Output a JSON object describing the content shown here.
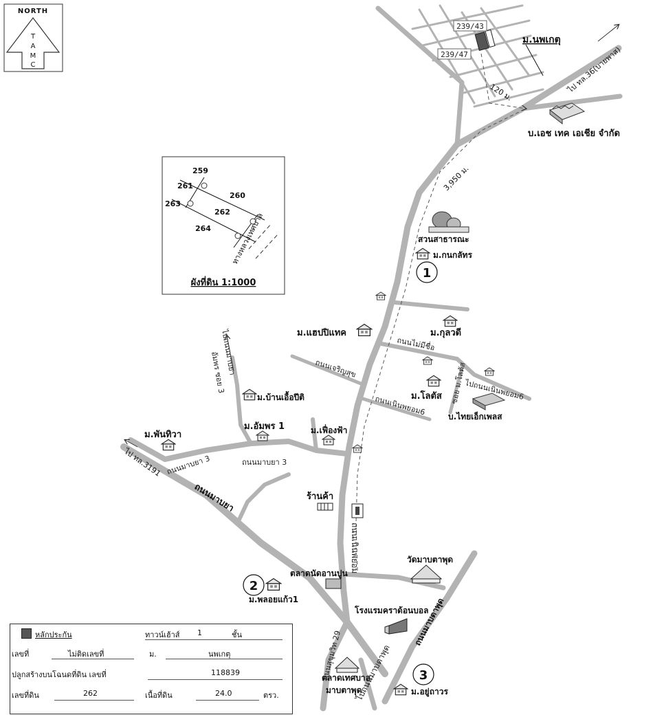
{
  "north": {
    "title": "NORTH",
    "letters": [
      "T",
      "A",
      "M",
      "C"
    ]
  },
  "land_plan": {
    "title": "ผังที่ดิน 1:1000",
    "plots": [
      "259",
      "261",
      "260",
      "263",
      "262",
      "264"
    ],
    "road": "ทางหลวงเทศบาล"
  },
  "labels": {
    "village_nopphakhet": "ม.นพเกตุ",
    "plot_a": "239/43",
    "plot_b": "239/47",
    "dist_120": "120 ม.",
    "dist_3950": "3,950 ม.",
    "to_36": "ไป ทล.36(บายพาส)",
    "company_htech": "บ.เอช เทค เอเชีย จำกัด",
    "public_park": "สวนสาธารณะ",
    "village_kanok": "ม.กนกลัทร",
    "village_happy": "ม.แฮปปิแทค",
    "village_kulawadee": "ม.กุลวดี",
    "road_noname": "ถนนไม่มีชื่อ",
    "road_charoensuk": "ถนนเจริญสุข",
    "village_lotus": "ม.โลตัส",
    "soi_lotus": "ซอย ม.โลตัส",
    "to_noenphayom": "ไปถนนเนินพยอม6",
    "company_thai": "บ.ไทยเอ็กเพลส",
    "road_noenphayom6": "ถนนเนินพยอม6",
    "to_mabya": "ไปถนนมาบยา",
    "soi_amphon": "อัมพร ซอย 3",
    "village_ban_eua": "ม.บ้านเอื้อปีติ",
    "village_phanthiwa": "ม.พันทิวา",
    "village_amphon": "ม.อัมพร 1",
    "village_fuengfa": "ม.เฟื่องฟ้า",
    "road_mabya3_a": "ถนนมาบยา 3",
    "road_mabya3_b": "ถนนมาบยา 3",
    "to_3191": "ไป ทล.3191",
    "road_mabya": "ถนนมาบยา",
    "shop": "ร้านค้า",
    "road_noenphayom": "ถนนเนินพยอม",
    "temple": "วัดมาบตาพุด",
    "market_nat": "ตลาดนัดอานปูน",
    "village_phloy": "ม.พลอยแก้ว1",
    "hotel": "โรงแรมคราด้อนบอล",
    "road_sukhumvit": "ถนนสุขุมวิท 29",
    "road_mabtaphut": "ถนนมาบตาพุด",
    "to_mabtaphut": "ไปถนนมาบตาพุด",
    "market_muni": "ตลาดเทศบาล",
    "market_muni2": "มาบตาพุด",
    "village_yuthaworn": "ม.อยู่ถาวร",
    "marker1": "1",
    "marker2": "2",
    "marker3": "3"
  },
  "legend": {
    "collateral_label": "หลักประกัน",
    "building": "ทาวน์เฮ้าส์",
    "floors": "1",
    "floors_unit": "ชั้น",
    "no_label": "เลขที่",
    "no_value": "ไม่ติดเลขที่",
    "village_label": "ม.",
    "village_value": "นพเกตุ",
    "deed_label": "ปลูกสร้างบนโฉนดที่ดิน เลขที่",
    "deed_value": "118839",
    "land_no_label": "เลขที่ดิน",
    "land_no_value": "262",
    "area_label": "เนื้อที่ดิน",
    "area_value": "24.0",
    "area_unit": "ตรว."
  },
  "colors": {
    "road": "#b3b3b3",
    "collateral": "#555555",
    "ink": "#111111"
  }
}
